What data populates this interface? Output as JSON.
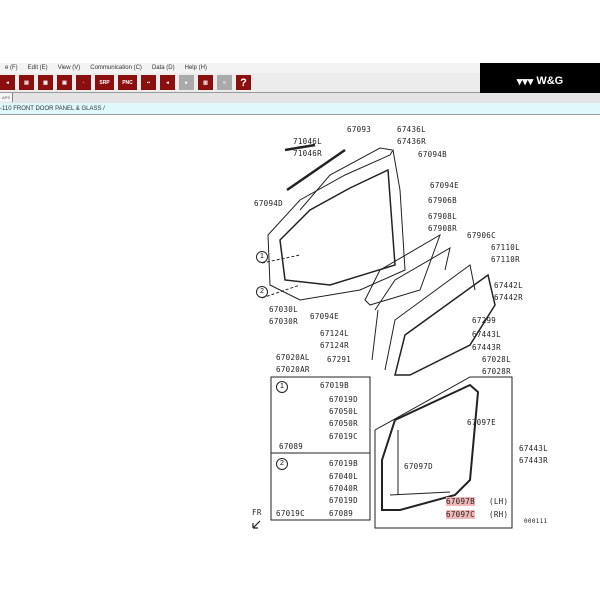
{
  "menu": [
    "e (F)",
    "Edit (E)",
    "View (V)",
    "Communication (C)",
    "Data (D)",
    "Help (H)"
  ],
  "toolbar": {
    "srp": "SRP",
    "pnc": "PNC",
    "help": "?"
  },
  "logo": "W&G",
  "tab": "APS",
  "title": "-110  FRONT DOOR PANEL & GLASS /",
  "callouts": [
    "1",
    "2"
  ],
  "labels": [
    "67093",
    "67436L",
    "67436R",
    "71046L",
    "71046R",
    "67094B",
    "67094E",
    "67906B",
    "67094D",
    "67908L",
    "67908R",
    "67906C",
    "67110L",
    "67110R",
    "67442L",
    "67442R",
    "67030L",
    "67030R",
    "67094E",
    "67299",
    "67124L",
    "67124R",
    "67443L",
    "67443R",
    "67291",
    "67028L",
    "67028R",
    "67020AL",
    "67020AR",
    "67019B",
    "67019D",
    "67050L",
    "67050R",
    "67019C",
    "67089",
    "67019B",
    "67040L",
    "67040R",
    "67019D",
    "67019C",
    "67089",
    "67097E",
    "67443L",
    "67443R",
    "67097D",
    "67097B",
    "(LH)",
    "67097C",
    "(RH)",
    "000111",
    "FR"
  ]
}
